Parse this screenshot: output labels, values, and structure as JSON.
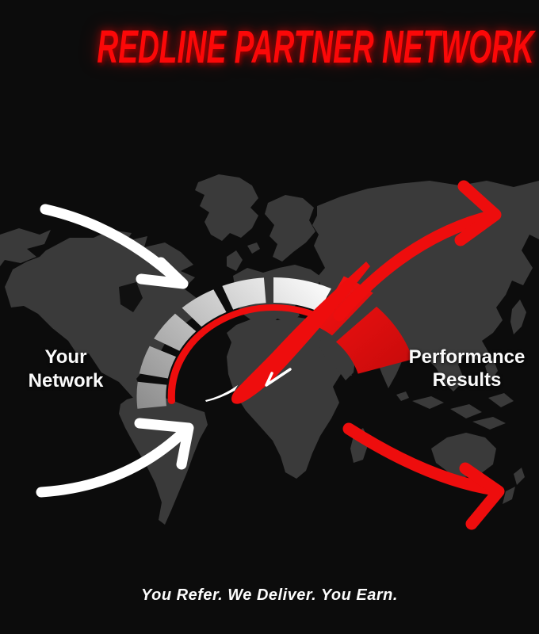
{
  "poster": {
    "title": "REDLINE PARTNER NETWORK",
    "left_label": {
      "line1": "Your",
      "line2": "Network"
    },
    "right_label": {
      "line1": "Performance",
      "line2": "Results"
    },
    "tagline": "You Refer. We Deliver. You Earn."
  },
  "icons": {
    "map": "world-map-silhouette",
    "gauge": "speedometer-gauge-icon",
    "inbound_arrows": "white-curved-arrow-icon",
    "outbound_arrows": "red-curved-arrow-icon"
  },
  "colors": {
    "background": "#0c0c0c",
    "map_land": "#3a3a3a",
    "title_red": "#fb0808",
    "accent_red": "#ee0d0d",
    "red_wedge_bright": "#f71111",
    "red_wedge_deep": "#c40b0b",
    "arrow_white": "#ffffff",
    "gauge_gray_dark": "#8a8a8a",
    "gauge_gray_light": "#f8f8f8",
    "text_white": "#fafafa"
  }
}
